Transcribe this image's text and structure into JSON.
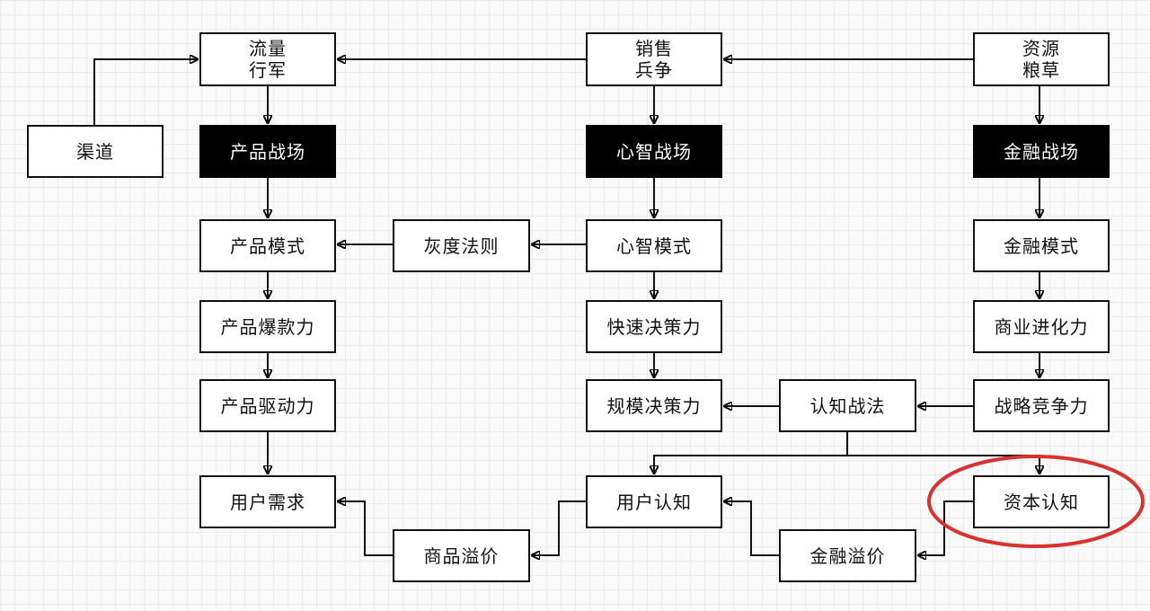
{
  "nodes": {
    "liuliang": "流量\n行军",
    "xiaoshou": "销售\n兵争",
    "ziyuan": "资源\n粮草",
    "qudao": "渠道",
    "cp_zc": "产品战场",
    "xz_zc": "心智战场",
    "jr_zc": "金融战场",
    "cp_ms": "产品模式",
    "hd_fz": "灰度法则",
    "xz_ms": "心智模式",
    "jr_ms": "金融模式",
    "cp_bkl": "产品爆款力",
    "ks_jcl": "快速决策力",
    "sy_jhl": "商业进化力",
    "cp_qdl": "产品驱动力",
    "gm_jcl": "规模决策力",
    "rz_zf": "认知战法",
    "zl_jzl": "战略竞争力",
    "yh_xq": "用户需求",
    "yh_rz": "用户认知",
    "zb_rz": "资本认知",
    "sp_yj": "商品溢价",
    "jr_yj": "金融溢价"
  },
  "colors": {
    "dark_node": "#000000",
    "highlight_ring": "#d9312e"
  }
}
